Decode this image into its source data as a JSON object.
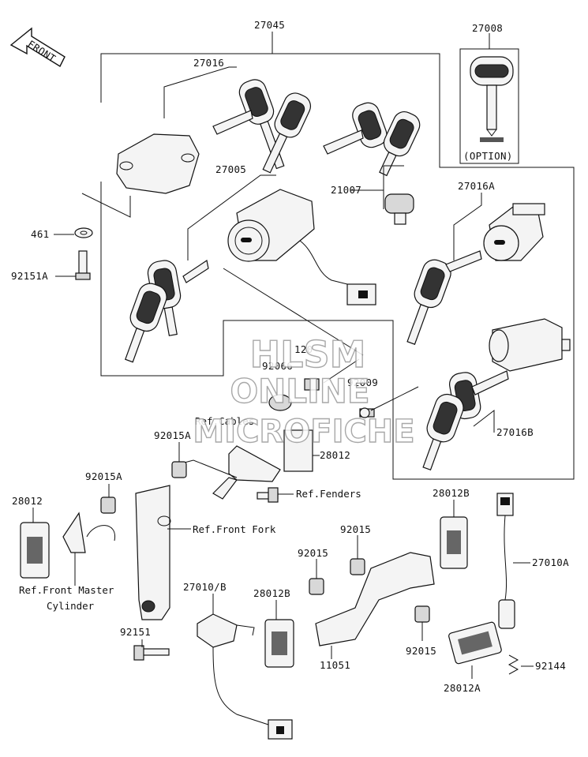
{
  "front_arrow": {
    "label": "FRONT"
  },
  "labels": {
    "p27045": "27045",
    "p27008": "27008",
    "p27016": "27016",
    "p27005": "27005",
    "p21007": "21007",
    "p27016a": "27016A",
    "p461": "461",
    "p92151a": "92151A",
    "p120": "120",
    "p92066": "92066",
    "p92009": "92009",
    "p27016b": "27016B",
    "p92015a_1": "92015A",
    "p28012_1": "28012",
    "p92015a_2": "92015A",
    "p28012_2": "28012",
    "p28012b_1": "28012B",
    "p92015_1": "92015",
    "p92015_2": "92015",
    "p27010b": "27010/B",
    "p28012b_2": "28012B",
    "p27010a": "27010A",
    "p92151": "92151",
    "p11051": "11051",
    "p92015_3": "92015",
    "p92144": "92144",
    "p28012a": "28012A"
  },
  "option_label": "(OPTION)",
  "references": {
    "cables": "Ref.Cables",
    "fenders": "Ref.Fenders",
    "front_fork": "Ref.Front Fork",
    "master_line1": "Ref.Front Master",
    "master_line2": "Cylinder"
  },
  "watermark": {
    "line1": "HLSM",
    "line2": "ONLINE",
    "line3": "MICROFICHE"
  }
}
